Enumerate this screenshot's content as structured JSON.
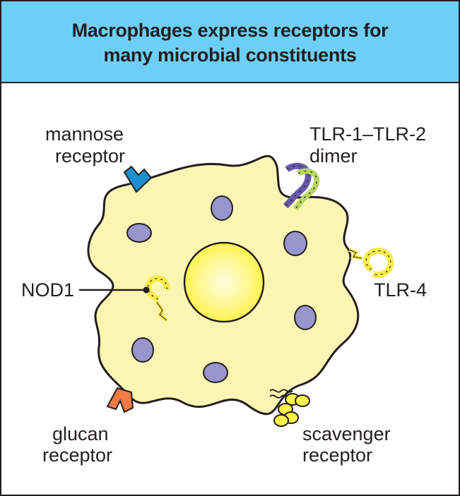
{
  "header": {
    "title_line1": "Macrophages express receptors for",
    "title_line2": "many microbial constituents",
    "background": "#6ecff6"
  },
  "labels": {
    "mannose": [
      "mannose",
      "receptor"
    ],
    "tlr12": [
      "TLR-1–TLR-2",
      "dimer"
    ],
    "nod1": [
      "NOD1"
    ],
    "tlr4": [
      "TLR-4"
    ],
    "glucan": [
      "glucan",
      "receptor"
    ],
    "scavenger": [
      "scavenger",
      "receptor"
    ]
  },
  "colors": {
    "cytoplasm": "#fdf6b2",
    "nucleus": "#fff34d",
    "vesicle": "#9894cc",
    "mannose_receptor": "#1b8fce",
    "glucan_receptor": "#f47a45",
    "tlr_yellow": "#f7ec4a",
    "tlr_green": "#b8d665",
    "tlr_purple": "#6559a6",
    "outline": "#231f20"
  }
}
